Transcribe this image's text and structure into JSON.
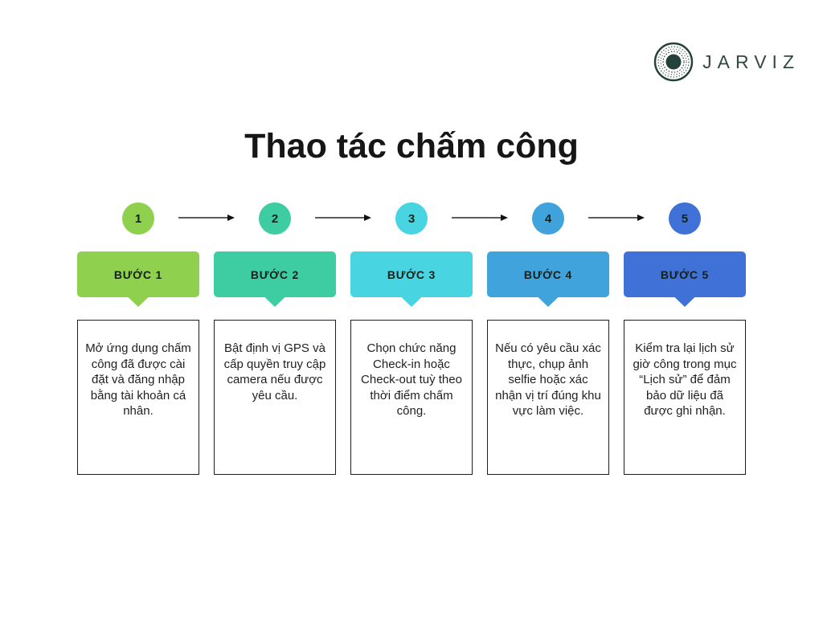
{
  "brand": {
    "name": "JARVIZ",
    "logo_icon": "concentric-circles-eye-icon",
    "color": "#2a473d"
  },
  "title": "Thao tác chấm công",
  "arrow": {
    "line_color": "#5c5c5c",
    "head_color": "#111111"
  },
  "steps": [
    {
      "number": "1",
      "label": "BƯỚC 1",
      "color": "#8fd14f",
      "description": "Mở ứng dụng chấm công đã được cài đặt và đăng nhập bằng tài khoản cá nhân."
    },
    {
      "number": "2",
      "label": "BƯỚC 2",
      "color": "#3ecda2",
      "description": "Bật định vị GPS và cấp quyền truy cập camera nếu được yêu cầu."
    },
    {
      "number": "3",
      "label": "BƯỚC 3",
      "color": "#49d4e1",
      "description": "Chọn chức năng Check-in hoặc Check-out tuỳ theo thời điểm chấm công."
    },
    {
      "number": "4",
      "label": "BƯỚC 4",
      "color": "#41a3dc",
      "description": "Nếu có yêu cầu xác thực, chụp ảnh selfie hoặc xác nhận vị trí đúng khu vực làm việc."
    },
    {
      "number": "5",
      "label": "BƯỚC 5",
      "color": "#4071d6",
      "description": "Kiểm tra lại lịch sử giờ công trong mục “Lịch sử” để đảm bảo dữ liệu đã được ghi nhận."
    }
  ]
}
